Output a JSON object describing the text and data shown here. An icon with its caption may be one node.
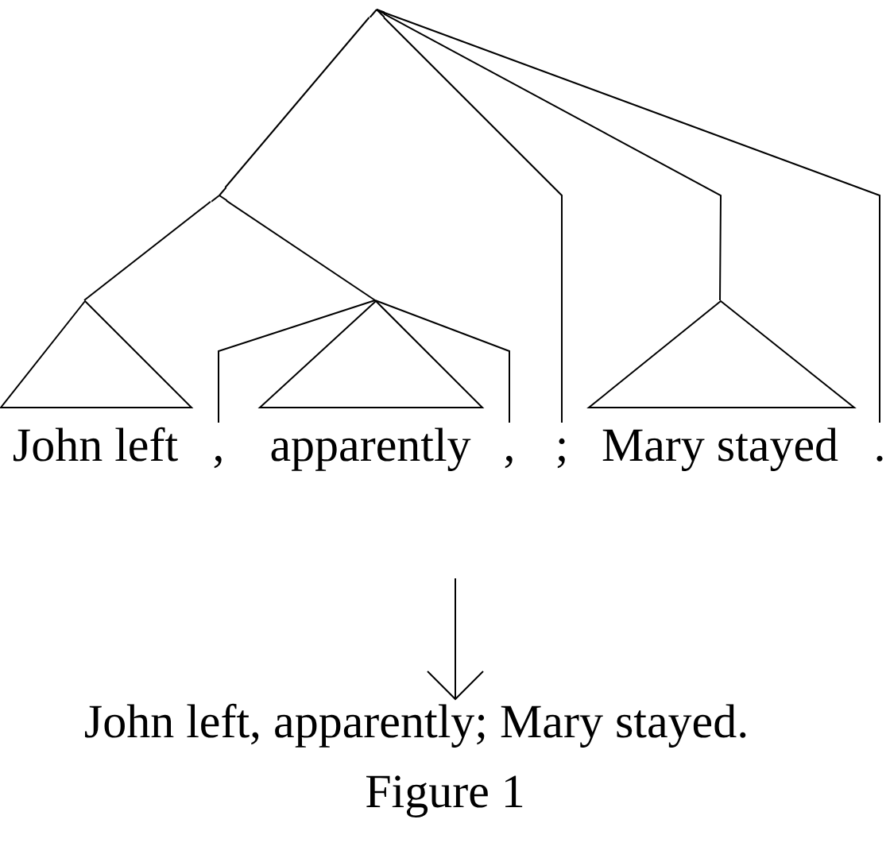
{
  "diagram": {
    "caption": "Figure 1",
    "nodes": [
      {
        "text": [],
        "shape": "point"
      },
      {
        "text": [],
        "shape": "point"
      },
      {
        "text": [
          "John left"
        ]
      },
      {
        "text": [
          ","
        ]
      },
      {
        "text": [
          "apparently"
        ]
      },
      {
        "text": [
          ","
        ]
      },
      {
        "text": [
          ";"
        ]
      },
      {
        "text": [
          "Mary stayed"
        ]
      },
      {
        "text": [
          "."
        ]
      },
      {
        "text": [
          "John left, apparently; Mary stayed."
        ]
      }
    ],
    "edges": [
      {
        "from": 0,
        "to": 1,
        "arrow": "none"
      },
      {
        "from": 0,
        "to": 6,
        "arrow": "none"
      },
      {
        "from": 0,
        "to": 7,
        "arrow": "none"
      },
      {
        "from": 0,
        "to": 8,
        "arrow": "none"
      },
      {
        "from": 1,
        "to": 2,
        "arrow": "none"
      },
      {
        "from": 1,
        "to": 4,
        "arrow": "none"
      },
      {
        "from": 4,
        "to": 3,
        "arrow": "none"
      },
      {
        "from": 4,
        "to": 5,
        "arrow": "none"
      },
      {
        "from": null,
        "to": 9,
        "arrow": "to"
      }
    ]
  }
}
